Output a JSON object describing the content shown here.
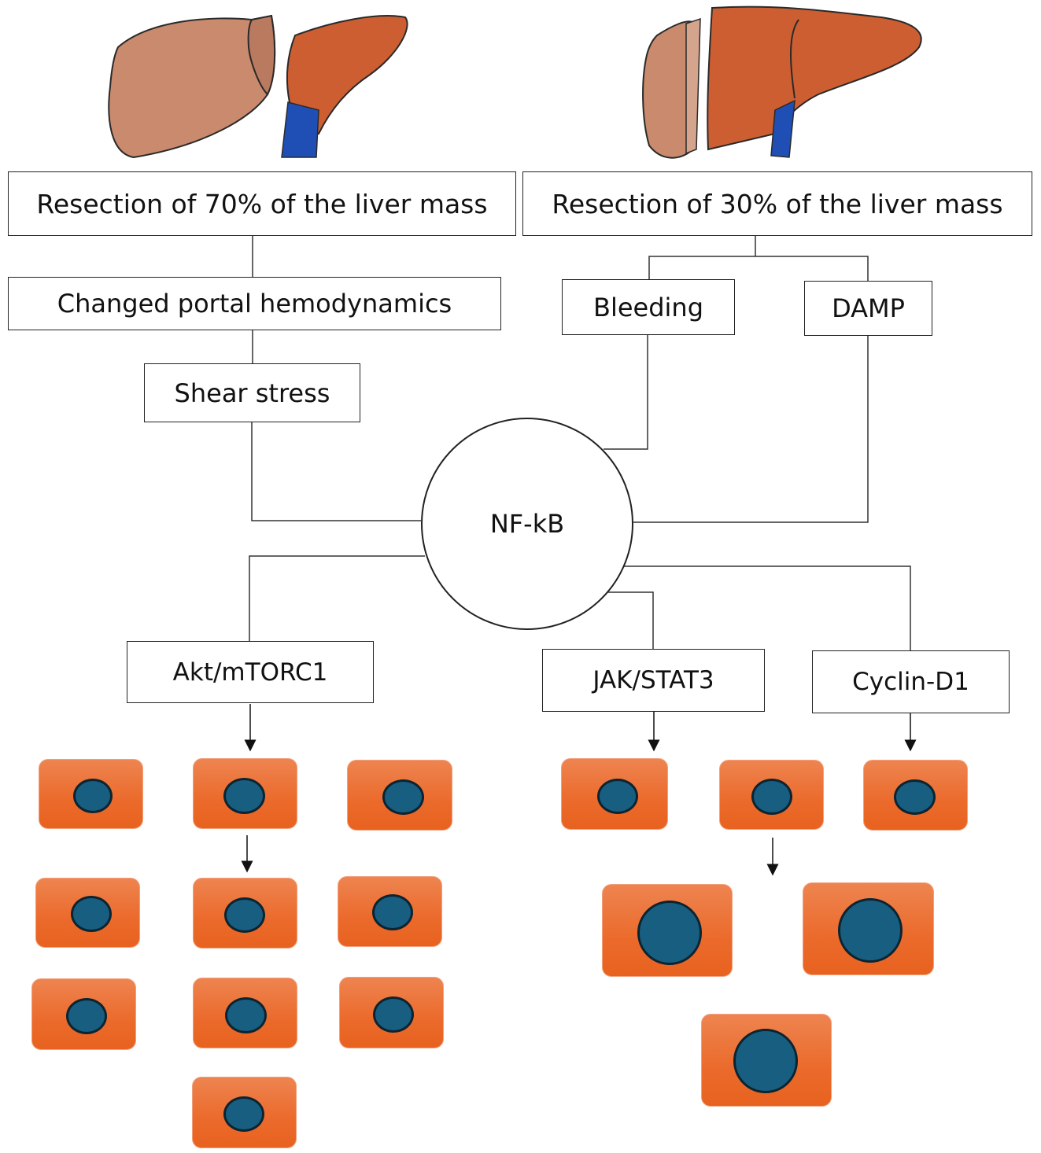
{
  "left_branch": {
    "resection_label": "Resection of 70% of the liver mass",
    "step1_label": "Changed portal hemodynamics",
    "step2_label": "Shear stress"
  },
  "right_branch": {
    "resection_label": "Resection of 30% of the liver mass",
    "trigger1_label": "Bleeding",
    "trigger2_label": "DAMP"
  },
  "hub_label": "NF-kB",
  "pathways": {
    "akt_label": "Akt/mTORC1",
    "jak_label": "JAK/STAT3",
    "cyclin_label": "Cyclin-D1"
  },
  "colors": {
    "liver_resected": "#c98a6d",
    "liver_remnant": "#cc5e32",
    "portal_vein": "#1f4fb5",
    "cell": "#eb6a2b",
    "nucleus": "#175e80"
  }
}
